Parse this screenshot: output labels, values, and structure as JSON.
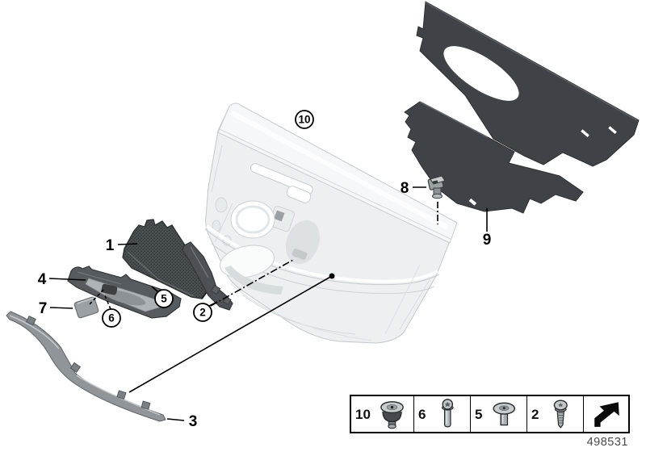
{
  "callouts": {
    "c1": "1",
    "c2": "2",
    "c3": "3",
    "c4": "4",
    "c5": "5",
    "c6": "6",
    "c7": "7",
    "c8": "8",
    "c9": "9",
    "c10": "10"
  },
  "legend": {
    "items": [
      {
        "number": "10",
        "icon": "expanding-rivet-icon"
      },
      {
        "number": "6",
        "icon": "pan-head-screw-icon"
      },
      {
        "number": "5",
        "icon": "flat-head-screw-icon"
      },
      {
        "number": "2",
        "icon": "tapping-screw-icon"
      }
    ],
    "arrow_icon": "page-turn-arrow-icon"
  },
  "diagram_number": "498531",
  "colors": {
    "part_dark": "#3f4347",
    "part_mid_gray": "#90959a",
    "panel_light": "#edeff1",
    "outline": "#000000"
  }
}
